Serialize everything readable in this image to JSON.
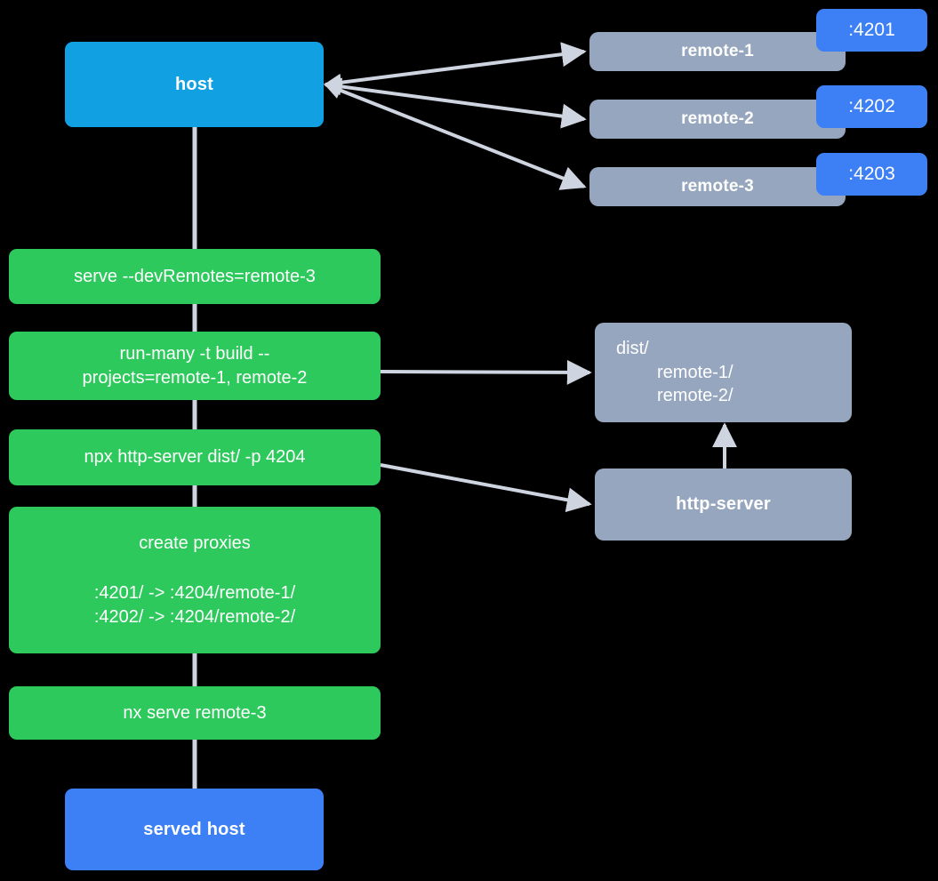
{
  "diagram": {
    "title": "Nx module federation host and remotes serve flow",
    "background": "#000000",
    "colors": {
      "host": "#11A0E2",
      "served_host": "#3D7FF5",
      "remote": "#96A6BE",
      "command": "#2EC95C",
      "port_badge": "#3D7FF5",
      "edge": "#CFD5E0",
      "text": "#FFFFFF"
    }
  },
  "nodes": {
    "host": {
      "label": "host"
    },
    "served_host": {
      "label": "served host"
    },
    "remotes": [
      {
        "label": "remote-1",
        "port": ":4201"
      },
      {
        "label": "remote-2",
        "port": ":4202"
      },
      {
        "label": "remote-3",
        "port": ":4203"
      }
    ],
    "commands": [
      {
        "id": "serve",
        "label": "serve --devRemotes=remote-3"
      },
      {
        "id": "run-many",
        "line1": "run-many -t build --",
        "line2": "projects=remote-1, remote-2"
      },
      {
        "id": "http-server-cmd",
        "label": "npx http-server dist/ -p 4204"
      },
      {
        "id": "create-proxies",
        "title": "create proxies",
        "line1": ":4201/ -> :4204/remote-1/",
        "line2": ":4202/ -> :4204/remote-2/"
      },
      {
        "id": "nx-serve",
        "label": "nx serve remote-3"
      }
    ],
    "dist": {
      "line1": "dist/",
      "line2": "remote-1/",
      "line3": "remote-2/"
    },
    "http_server": {
      "label": "http-server"
    }
  }
}
